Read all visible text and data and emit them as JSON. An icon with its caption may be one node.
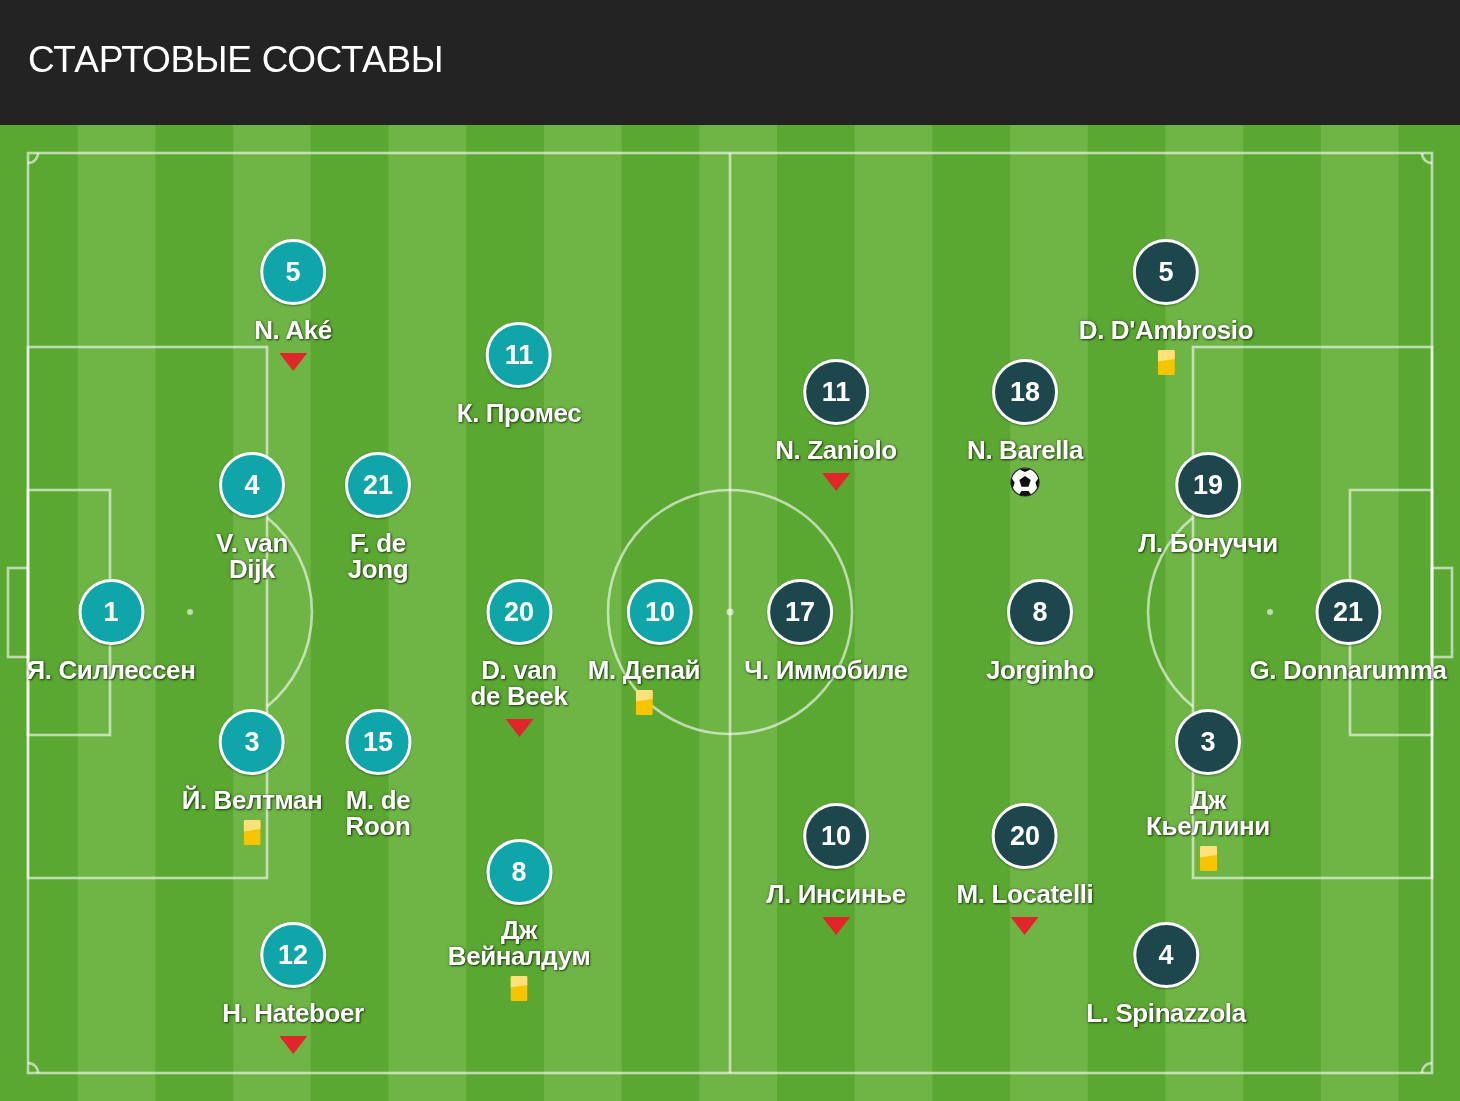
{
  "diagram": {
    "title": "СТАРТОВЫЕ СОСТАВЫ",
    "nodes": [
      {
        "text": [
          "1",
          "Я. Силлессен"
        ]
      },
      {
        "text": [
          "5",
          "N. Aké"
        ]
      },
      {
        "text": [
          "4",
          "V. van Dijk"
        ]
      },
      {
        "text": [
          "3",
          "Й. Велтман"
        ]
      },
      {
        "text": [
          "12",
          "H. Hateboer"
        ]
      },
      {
        "text": [
          "21",
          "F. de Jong"
        ]
      },
      {
        "text": [
          "15",
          "M. de Roon"
        ]
      },
      {
        "text": [
          "11",
          "К. Промес"
        ]
      },
      {
        "text": [
          "20",
          "D. van de Beek"
        ]
      },
      {
        "text": [
          "8",
          "Дж Вейналдум"
        ]
      },
      {
        "text": [
          "10",
          "М. Депай"
        ]
      },
      {
        "text": [
          "17",
          "Ч. Иммобиле"
        ]
      },
      {
        "text": [
          "11",
          "N. Zaniolo"
        ]
      },
      {
        "text": [
          "10",
          "Л. Инсинье"
        ]
      },
      {
        "text": [
          "18",
          "N. Barella"
        ]
      },
      {
        "text": [
          "8",
          "Jorginho"
        ]
      },
      {
        "text": [
          "20",
          "M. Locatelli"
        ]
      },
      {
        "text": [
          "5",
          "D. D'Ambrosio"
        ]
      },
      {
        "text": [
          "19",
          "Л. Бонуччи"
        ]
      },
      {
        "text": [
          "3",
          "Дж Кьеллини"
        ]
      },
      {
        "text": [
          "4",
          "L. Spinazzola"
        ]
      },
      {
        "text": [
          "21",
          "G. Donnarumma"
        ]
      }
    ]
  }
}
